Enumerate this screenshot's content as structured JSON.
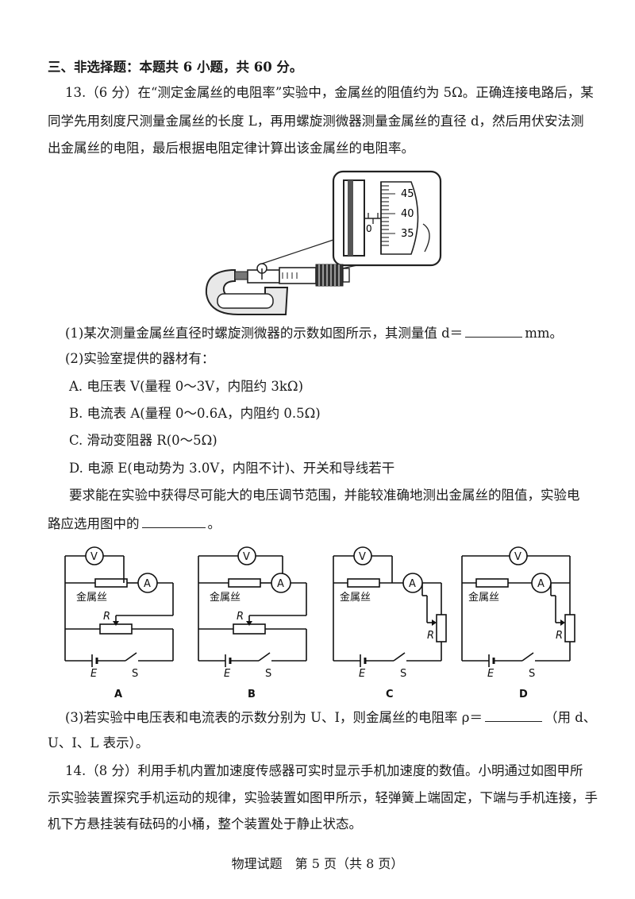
{
  "section_heading": "三、非选择题：本题共 6 小题，共 60 分。",
  "q13": {
    "intro_line1": "13.（6 分）在“测定金属丝的电阻率”实验中，金属丝的阻值约为 5Ω。正确连接电路后，某",
    "intro_line2": "同学先用刻度尺测量金属丝的长度 L，再用螺旋测微器测量金属丝的直径 d，然后用伏安法测",
    "intro_line3": "出金属丝的电阻，最后根据电阻定律计算出该金属丝的电阻率。",
    "micrometer": {
      "scale_labels": [
        "45",
        "40",
        "35"
      ],
      "main_scale_zero": "0"
    },
    "part1_a": "(1)某次测量金属丝直径时螺旋测微器的示数如图所示，其测量值 d＝",
    "part1_b": "mm。",
    "part2_title": "(2)实验室提供的器材有：",
    "option_a": "A. 电压表 V(量程 0～3V，内阻约 3kΩ)",
    "option_b": "B. 电流表 A(量程 0～0.6A，内阻约 0.5Ω)",
    "option_c": "C. 滑动变阻器 R(0～5Ω)",
    "option_d": "D. 电源 E(电动势为 3.0V，内阻不计)、开关和导线若干",
    "req_line1": "要求能在实验中获得尽可能大的电压调节范围，并能较准确地测出金属丝的阻值，实验电",
    "req_line2_a": "路应选用图中的",
    "req_line2_b": "。",
    "circuit_text": {
      "voltmeter": "V",
      "ammeter": "A",
      "wire": "金属丝",
      "rheostat": "R",
      "source": "E",
      "switch": "S",
      "labels": [
        "A",
        "B",
        "C",
        "D"
      ]
    },
    "part3_line1_a": "(3)若实验中电压表和电流表的示数分别为 U、I，则金属丝的电阻率 ρ＝",
    "part3_line1_b": "（用 d、",
    "part3_line2": "U、I、L 表示）。"
  },
  "q14": {
    "line1": "14.（8 分）利用手机内置加速度传感器可实时显示手机加速度的数值。小明通过如图甲所",
    "line2": "示实验装置探究手机运动的规律，实验装置如图甲所示，轻弹簧上端固定，下端与手机连接，手",
    "line3": "机下方悬挂装有砝码的小桶，整个装置处于静止状态。"
  },
  "footer": "物理试题　第 5 页（共 8 页）"
}
